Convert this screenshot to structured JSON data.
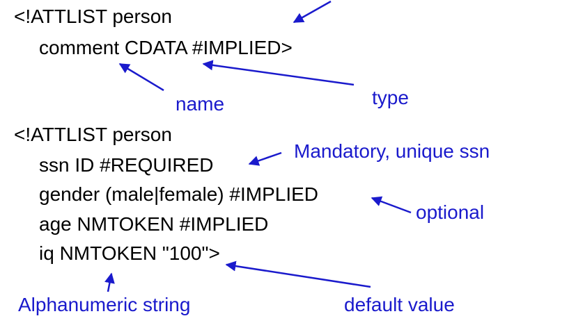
{
  "code": {
    "line1": "<!ATTLIST person",
    "line2": "comment CDATA #IMPLIED>",
    "line3": "<!ATTLIST person",
    "line4": "ssn ID #REQUIRED",
    "line5": "gender (male|female) #IMPLIED",
    "line6": "age NMTOKEN #IMPLIED",
    "line7": "iq NMTOKEN \"100\">"
  },
  "annotations": {
    "name": "name",
    "type": "type",
    "mandatory": "Mandatory, unique ssn",
    "optional": "optional",
    "alphanumeric": "Alphanumeric string",
    "default_value": "default value"
  },
  "colors": {
    "code_text": "#000000",
    "annotation_text": "#1a1acc",
    "arrow": "#1a1acc"
  }
}
